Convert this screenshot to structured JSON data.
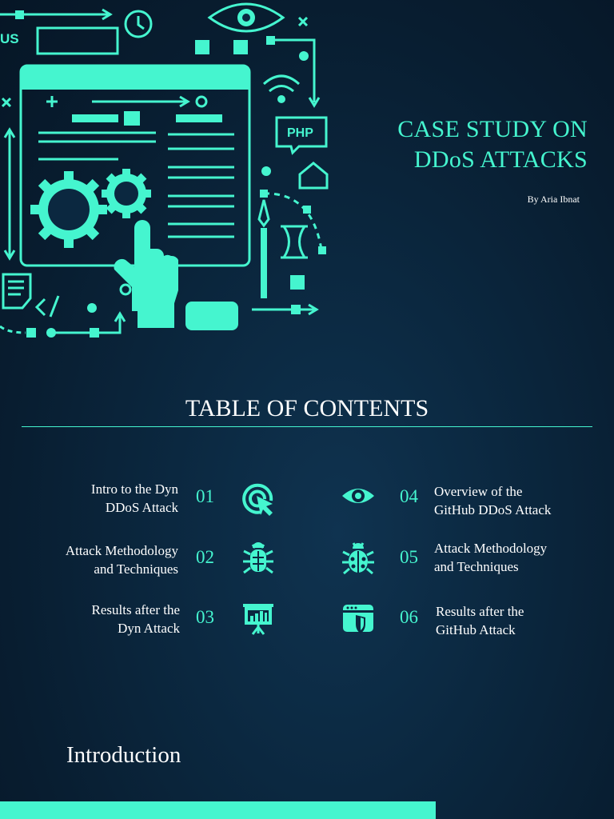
{
  "hero": {
    "php_label": "PHP",
    "corner_text": "US"
  },
  "title_line1": "CASE STUDY ON",
  "title_line2": "DDoS ATTACKS",
  "author": "By Aria Ibnat",
  "toc_title": "TABLE OF CONTENTS",
  "toc": [
    {
      "number": "01",
      "line1": "Intro to the Dyn",
      "line2": "DDoS Attack",
      "icon": "cursor-target-icon"
    },
    {
      "number": "02",
      "line1": "Attack Methodology",
      "line2": "and Techniques",
      "icon": "bug-icon"
    },
    {
      "number": "03",
      "line1": "Results after the",
      "line2": "Dyn Attack",
      "icon": "presentation-chart-icon"
    },
    {
      "number": "04",
      "line1": "Overview of the",
      "line2": "GitHub DDoS Attack",
      "icon": "eye-icon"
    },
    {
      "number": "05",
      "line1": "Attack Methodology",
      "line2": "and Techniques",
      "icon": "virus-bug-icon"
    },
    {
      "number": "06",
      "line1": "Results after the",
      "line2": "GitHub Attack",
      "icon": "browser-shield-icon"
    }
  ],
  "intro_heading": "Introduction",
  "colors": {
    "accent": "#45f5cf",
    "background": "#0b2840",
    "text": "#ffffff"
  }
}
